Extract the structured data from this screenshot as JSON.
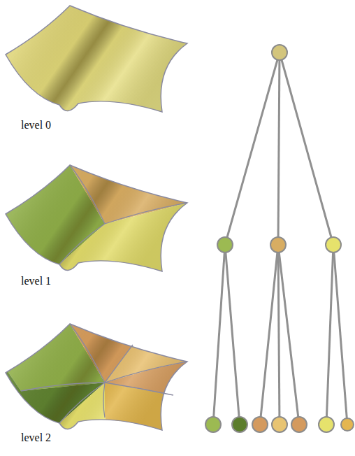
{
  "diagram": {
    "labels": [
      "level 0",
      "level 1",
      "level 2"
    ]
  }
}
